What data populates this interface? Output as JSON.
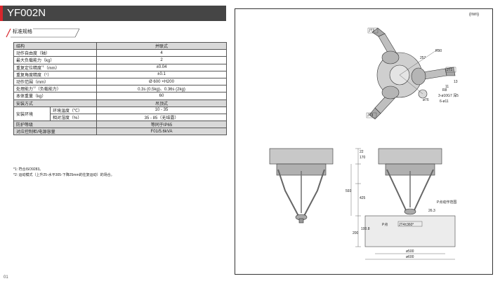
{
  "header": {
    "title": "YF002N",
    "accent": "#d8262c",
    "bg": "#454545"
  },
  "section_tag": "标准规格",
  "spec": {
    "rows": [
      {
        "label": "结构",
        "value": "并联式",
        "shaded": true
      },
      {
        "label": "动作自由度（轴）",
        "value": "4"
      },
      {
        "label": "最大负载能力（kg）",
        "value": "2"
      },
      {
        "label": "重复定位精度",
        "sup": "*1",
        "label_suffix": "（mm）",
        "value": "±0.04"
      },
      {
        "label": "重复角度精度（°）",
        "value": "±0.1"
      },
      {
        "label": "动作范围（mm）",
        "value": "Ø 600 ×H200"
      },
      {
        "label": "处理能力",
        "sup": "*2",
        "label_suffix": "（负载能力）",
        "value": "0.3s (0.5kg)、0.36s (2kg)"
      },
      {
        "label": "本体重量（kg）",
        "value": "60"
      },
      {
        "label": "安装方式",
        "value": "吊顶式",
        "shaded": true
      }
    ],
    "env": {
      "label": "安装环境",
      "temp_label": "环境温度（℃）",
      "temp_value": "10 - 35",
      "hum_label": "相对湿度（%）",
      "hum_value": "35 - 85（无结露）"
    },
    "rows2": [
      {
        "label": "防护等级",
        "value": "等同于IP65",
        "shaded": true
      },
      {
        "label": "对应控制柜/电源容量",
        "value": "F01/5.6kVA",
        "shaded": true
      }
    ]
  },
  "notes": [
    "*1: 符合ISO9283。",
    "*2: 运动模式（上升25-水平305-下降25mm的往复运动）的场合。"
  ],
  "page_number": "01",
  "drawing": {
    "unit": "(mm)",
    "top_labels": {
      "jt2": "JT2",
      "jt1": "JT1",
      "jt3": "JT3",
      "r90": "R90",
      "d257": "257",
      "d13": "13",
      "d11": "11",
      "r8": "R8",
      "bolt": "3-ø10G7 深5",
      "hole": "6-ø11",
      "p76": "ø76"
    },
    "side_labels": {
      "d22": "22",
      "d170": "170",
      "d425": "425",
      "d593": "593",
      "d200": "200",
      "d1008": "100.8",
      "d500": "ø500",
      "d600": "ø600",
      "range": "P点动作范围",
      "p": "P点",
      "jt4": "JT4±360°",
      "d263": "26.3"
    }
  }
}
